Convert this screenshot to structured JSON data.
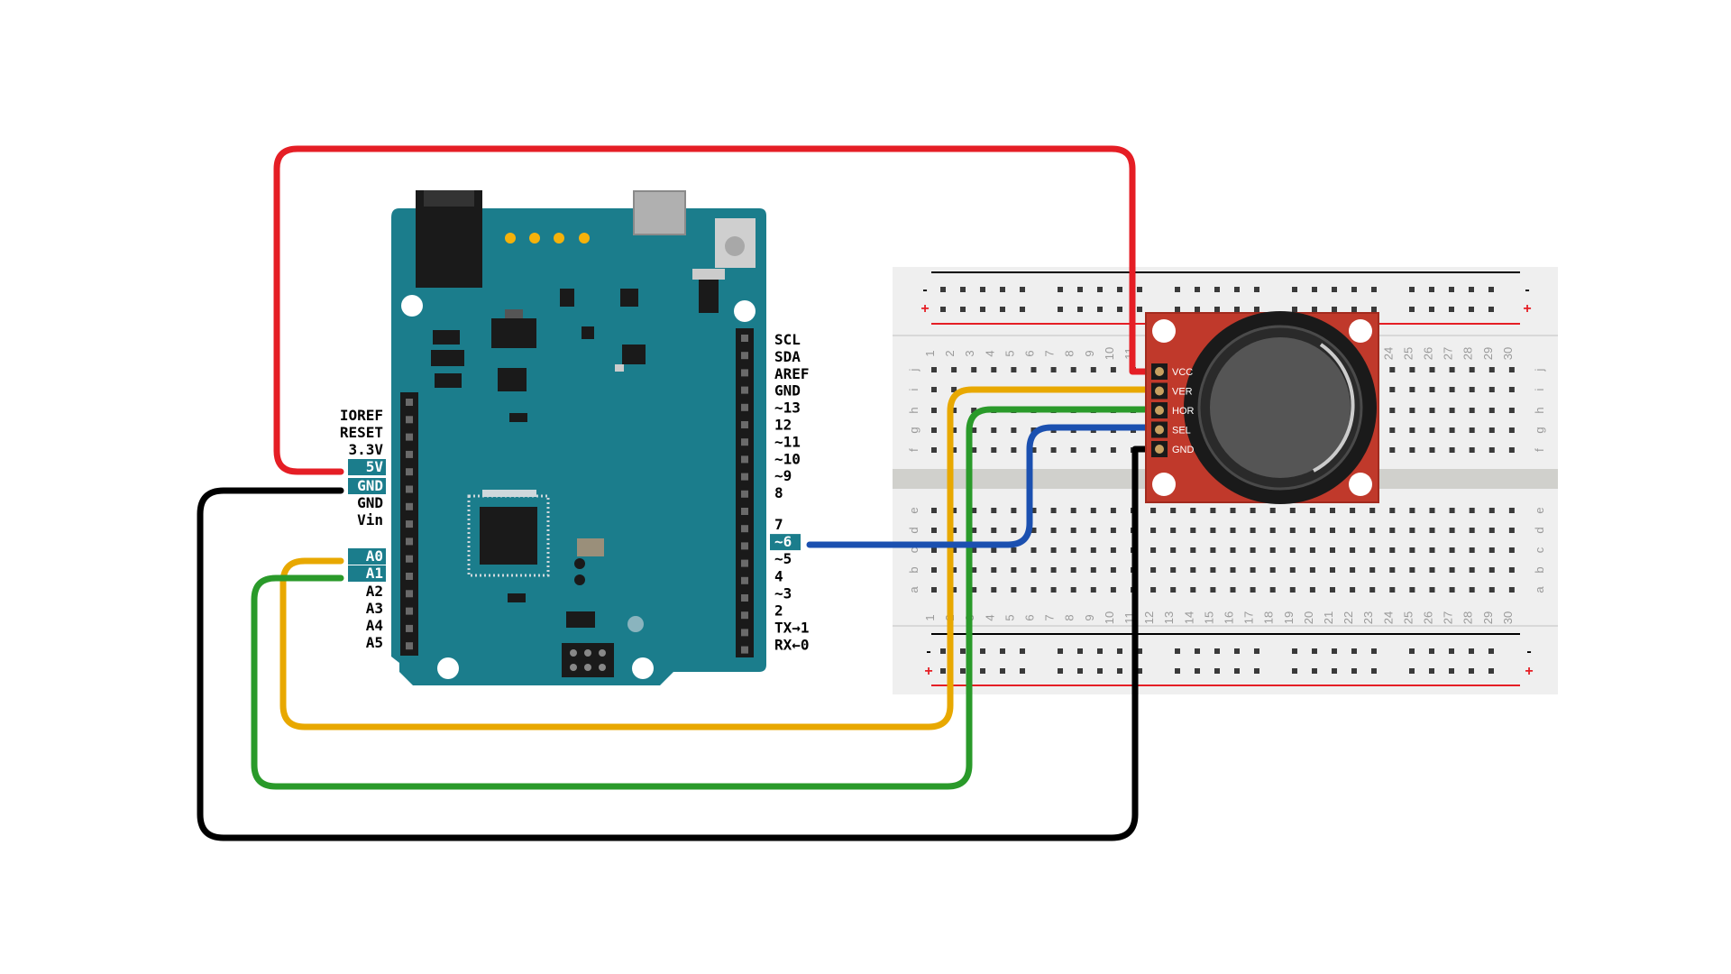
{
  "colors": {
    "board": "#1b7d8c",
    "board_text": "#ffffff",
    "wire_5v": "#e51e25",
    "wire_gnd": "#000000",
    "wire_a0": "#e8a800",
    "wire_a1": "#2a9a2a",
    "wire_d6": "#1b50b0",
    "breadboard": "#efefef",
    "module": "#c0392b",
    "rail_minus": "#000000",
    "rail_plus": "#e51e25"
  },
  "arduino": {
    "left_pins": [
      "IOREF",
      "RESET",
      "3.3V",
      "5V",
      "GND",
      "GND",
      "Vin",
      "A0",
      "A1",
      "A2",
      "A3",
      "A4",
      "A5"
    ],
    "highlighted_left": [
      "5V",
      "GND",
      "A0",
      "A1"
    ],
    "right_pins_top": [
      "SCL",
      "SDA",
      "AREF",
      "GND",
      "~13",
      "12",
      "~11",
      "~10",
      "~9",
      "8"
    ],
    "right_pins_bottom": [
      "7",
      "~6",
      "~5",
      "4",
      "~3",
      "2",
      "TX→1",
      "RX←0"
    ],
    "highlighted_right": [
      "~6"
    ]
  },
  "breadboard": {
    "column_numbers": [
      "1",
      "2",
      "3",
      "4",
      "5",
      "6",
      "7",
      "8",
      "9",
      "10",
      "11",
      "12",
      "13",
      "14",
      "15",
      "16",
      "17",
      "18",
      "19",
      "20",
      "21",
      "22",
      "23",
      "24",
      "25",
      "26",
      "27",
      "28",
      "29",
      "30"
    ],
    "rows_top": [
      "j",
      "i",
      "h",
      "g",
      "f"
    ],
    "rows_bottom": [
      "e",
      "d",
      "c",
      "b",
      "a"
    ],
    "rail_plus": "+",
    "rail_minus": "-"
  },
  "joystick": {
    "pins": [
      "VCC",
      "VER",
      "HOR",
      "SEL",
      "GND"
    ]
  }
}
